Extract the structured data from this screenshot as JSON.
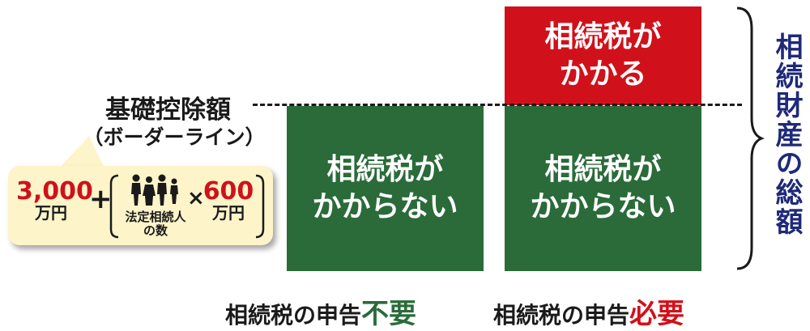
{
  "boxes": {
    "left_green": "相続税が\nかからない",
    "right_green": "相続税が\nかからない",
    "right_red": "相続税が\nかかる"
  },
  "baseline": {
    "line1": "基礎控除額",
    "line2": "（ボーダーライン）"
  },
  "formula": {
    "base_amount": "3,000",
    "base_unit": "万円",
    "plus": "+",
    "heirs_line1": "法定相続人",
    "heirs_line2": "の数",
    "times": "×",
    "per_heir_amount": "600",
    "per_heir_unit": "万円"
  },
  "captions": {
    "left_prefix": "相続税の申告",
    "left_highlight": "不要",
    "right_prefix": "相続税の申告",
    "right_highlight": "必要"
  },
  "side_label": "相続財産の総額",
  "colors": {
    "green": "#2a6b39",
    "red": "#d0111b",
    "navy": "#1e2a78",
    "bubble": "#fdf4c9"
  }
}
